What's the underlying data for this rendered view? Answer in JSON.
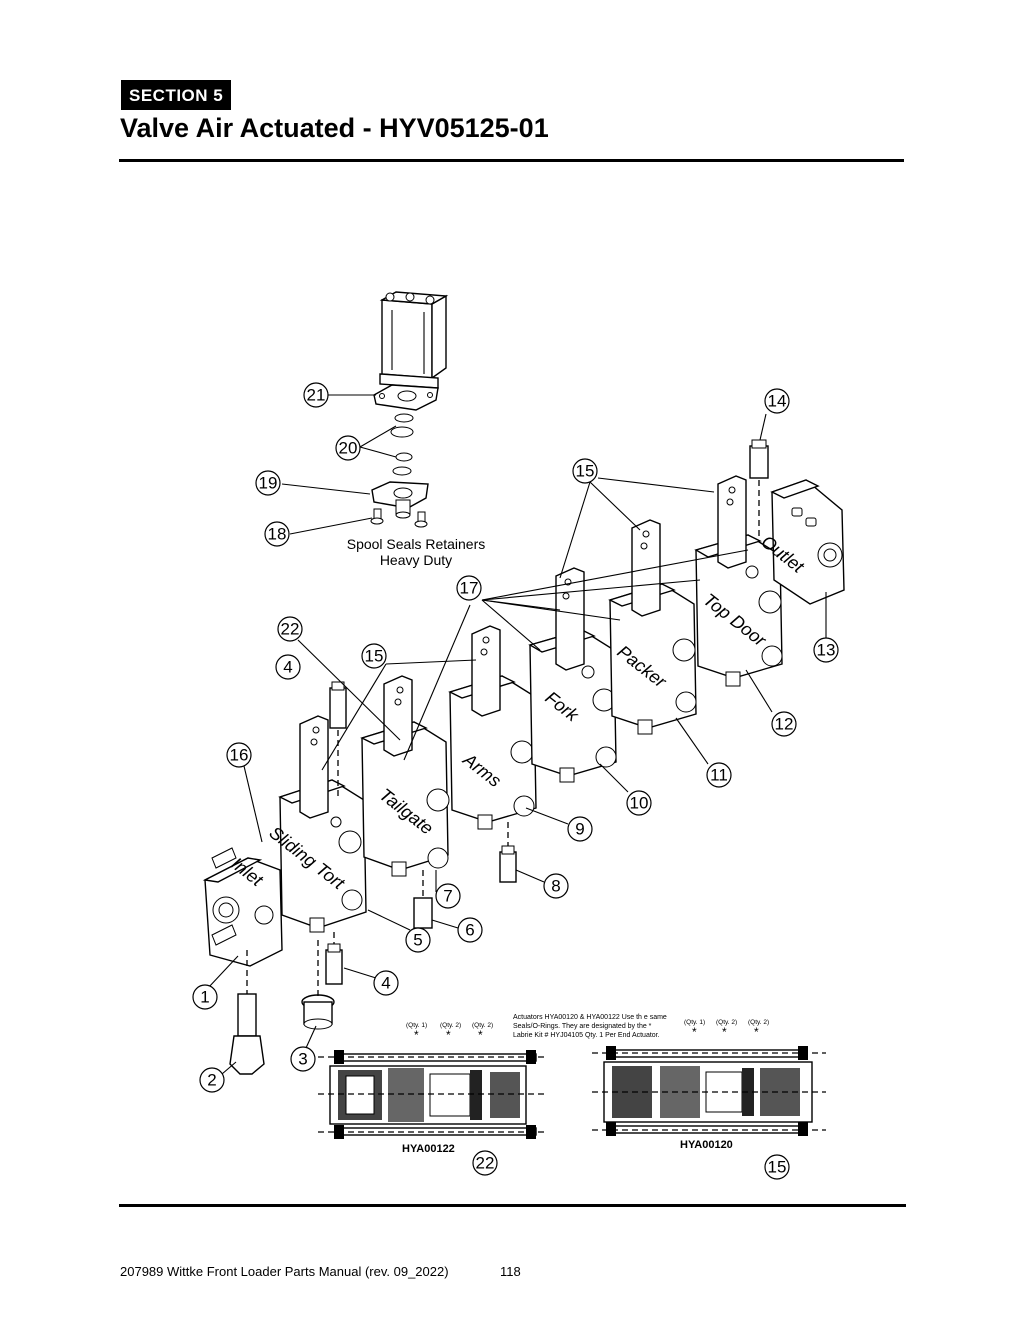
{
  "header": {
    "section_label": "SECTION  5",
    "title": "Valve Air Actuated - HYV05125-01"
  },
  "diagram": {
    "caption_line1": "Spool Seals Retainers",
    "caption_line2": "Heavy Duty",
    "section_labels": [
      "Inlet",
      "Sliding Tort",
      "Tailgate",
      "Arms",
      "Fork",
      "Packer",
      "Top Door",
      "Outlet"
    ],
    "callouts": [
      "21",
      "20",
      "19",
      "18",
      "14",
      "15",
      "17",
      "22",
      "4",
      "15",
      "16",
      "13",
      "12",
      "11",
      "10",
      "9",
      "8",
      "7",
      "6",
      "5",
      "4",
      "1",
      "2",
      "3",
      "22",
      "15"
    ],
    "actuator_note_line1": "Actuators HYA00120 & HYA00122 Use th e same",
    "actuator_note_line2": "Seals/O-Rings. They are designated by the *",
    "actuator_note_line3": "Labrie Kit # HYJ04105 Qty. 1 Per End Actuator.",
    "qty_labels": [
      "(Qty. 1)",
      "(Qty. 2)",
      "(Qty. 2)"
    ],
    "actuator_left_label": "HYA00122",
    "actuator_right_label": "HYA00120",
    "asterisk": "*"
  },
  "footer": {
    "manual": "207989 Wittke Front Loader Parts Manual (rev. 09_2022)",
    "page": "118"
  }
}
